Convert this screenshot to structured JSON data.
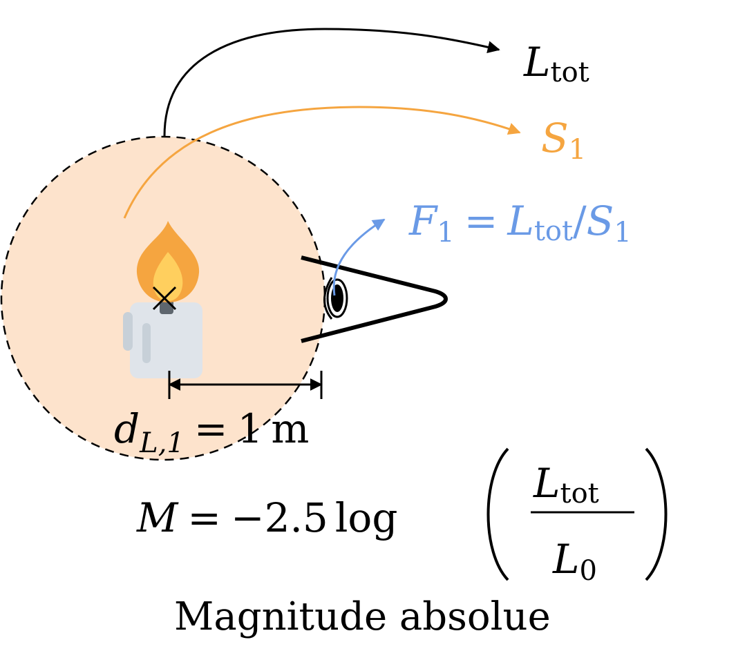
{
  "colors": {
    "sphere_fill": "#fde3cc",
    "orange": "#f5a540",
    "blue": "#6a9ae6",
    "black": "#000000",
    "flame_outer": "#f5a540",
    "flame_inner": "#ffcf5e",
    "wax": "#dfe4ea",
    "wax_shadow": "#c7d0d8",
    "wick": "#5e666e"
  },
  "icons": [
    "candle-icon",
    "eye-icon"
  ],
  "labels": {
    "ltot": {
      "main": "L",
      "sub": "tot"
    },
    "s1": {
      "main": "S",
      "sub": "1"
    },
    "flux": {
      "f": "F",
      "f_sub": "1",
      "eq": "=",
      "l": "L",
      "l_sub": "tot",
      "slash": "/",
      "s": "S",
      "s_sub": "1"
    },
    "distance": {
      "d": "d",
      "d_sub": "L,1",
      "eq": "=",
      "value": "1",
      "unit": "m"
    },
    "magnitude": {
      "m": "M",
      "eq": "=",
      "coef": "−2.5",
      "log": "log",
      "num_main": "L",
      "num_sub": "tot",
      "den_main": "L",
      "den_sub": "0"
    },
    "caption": "Magnitude absolue"
  }
}
